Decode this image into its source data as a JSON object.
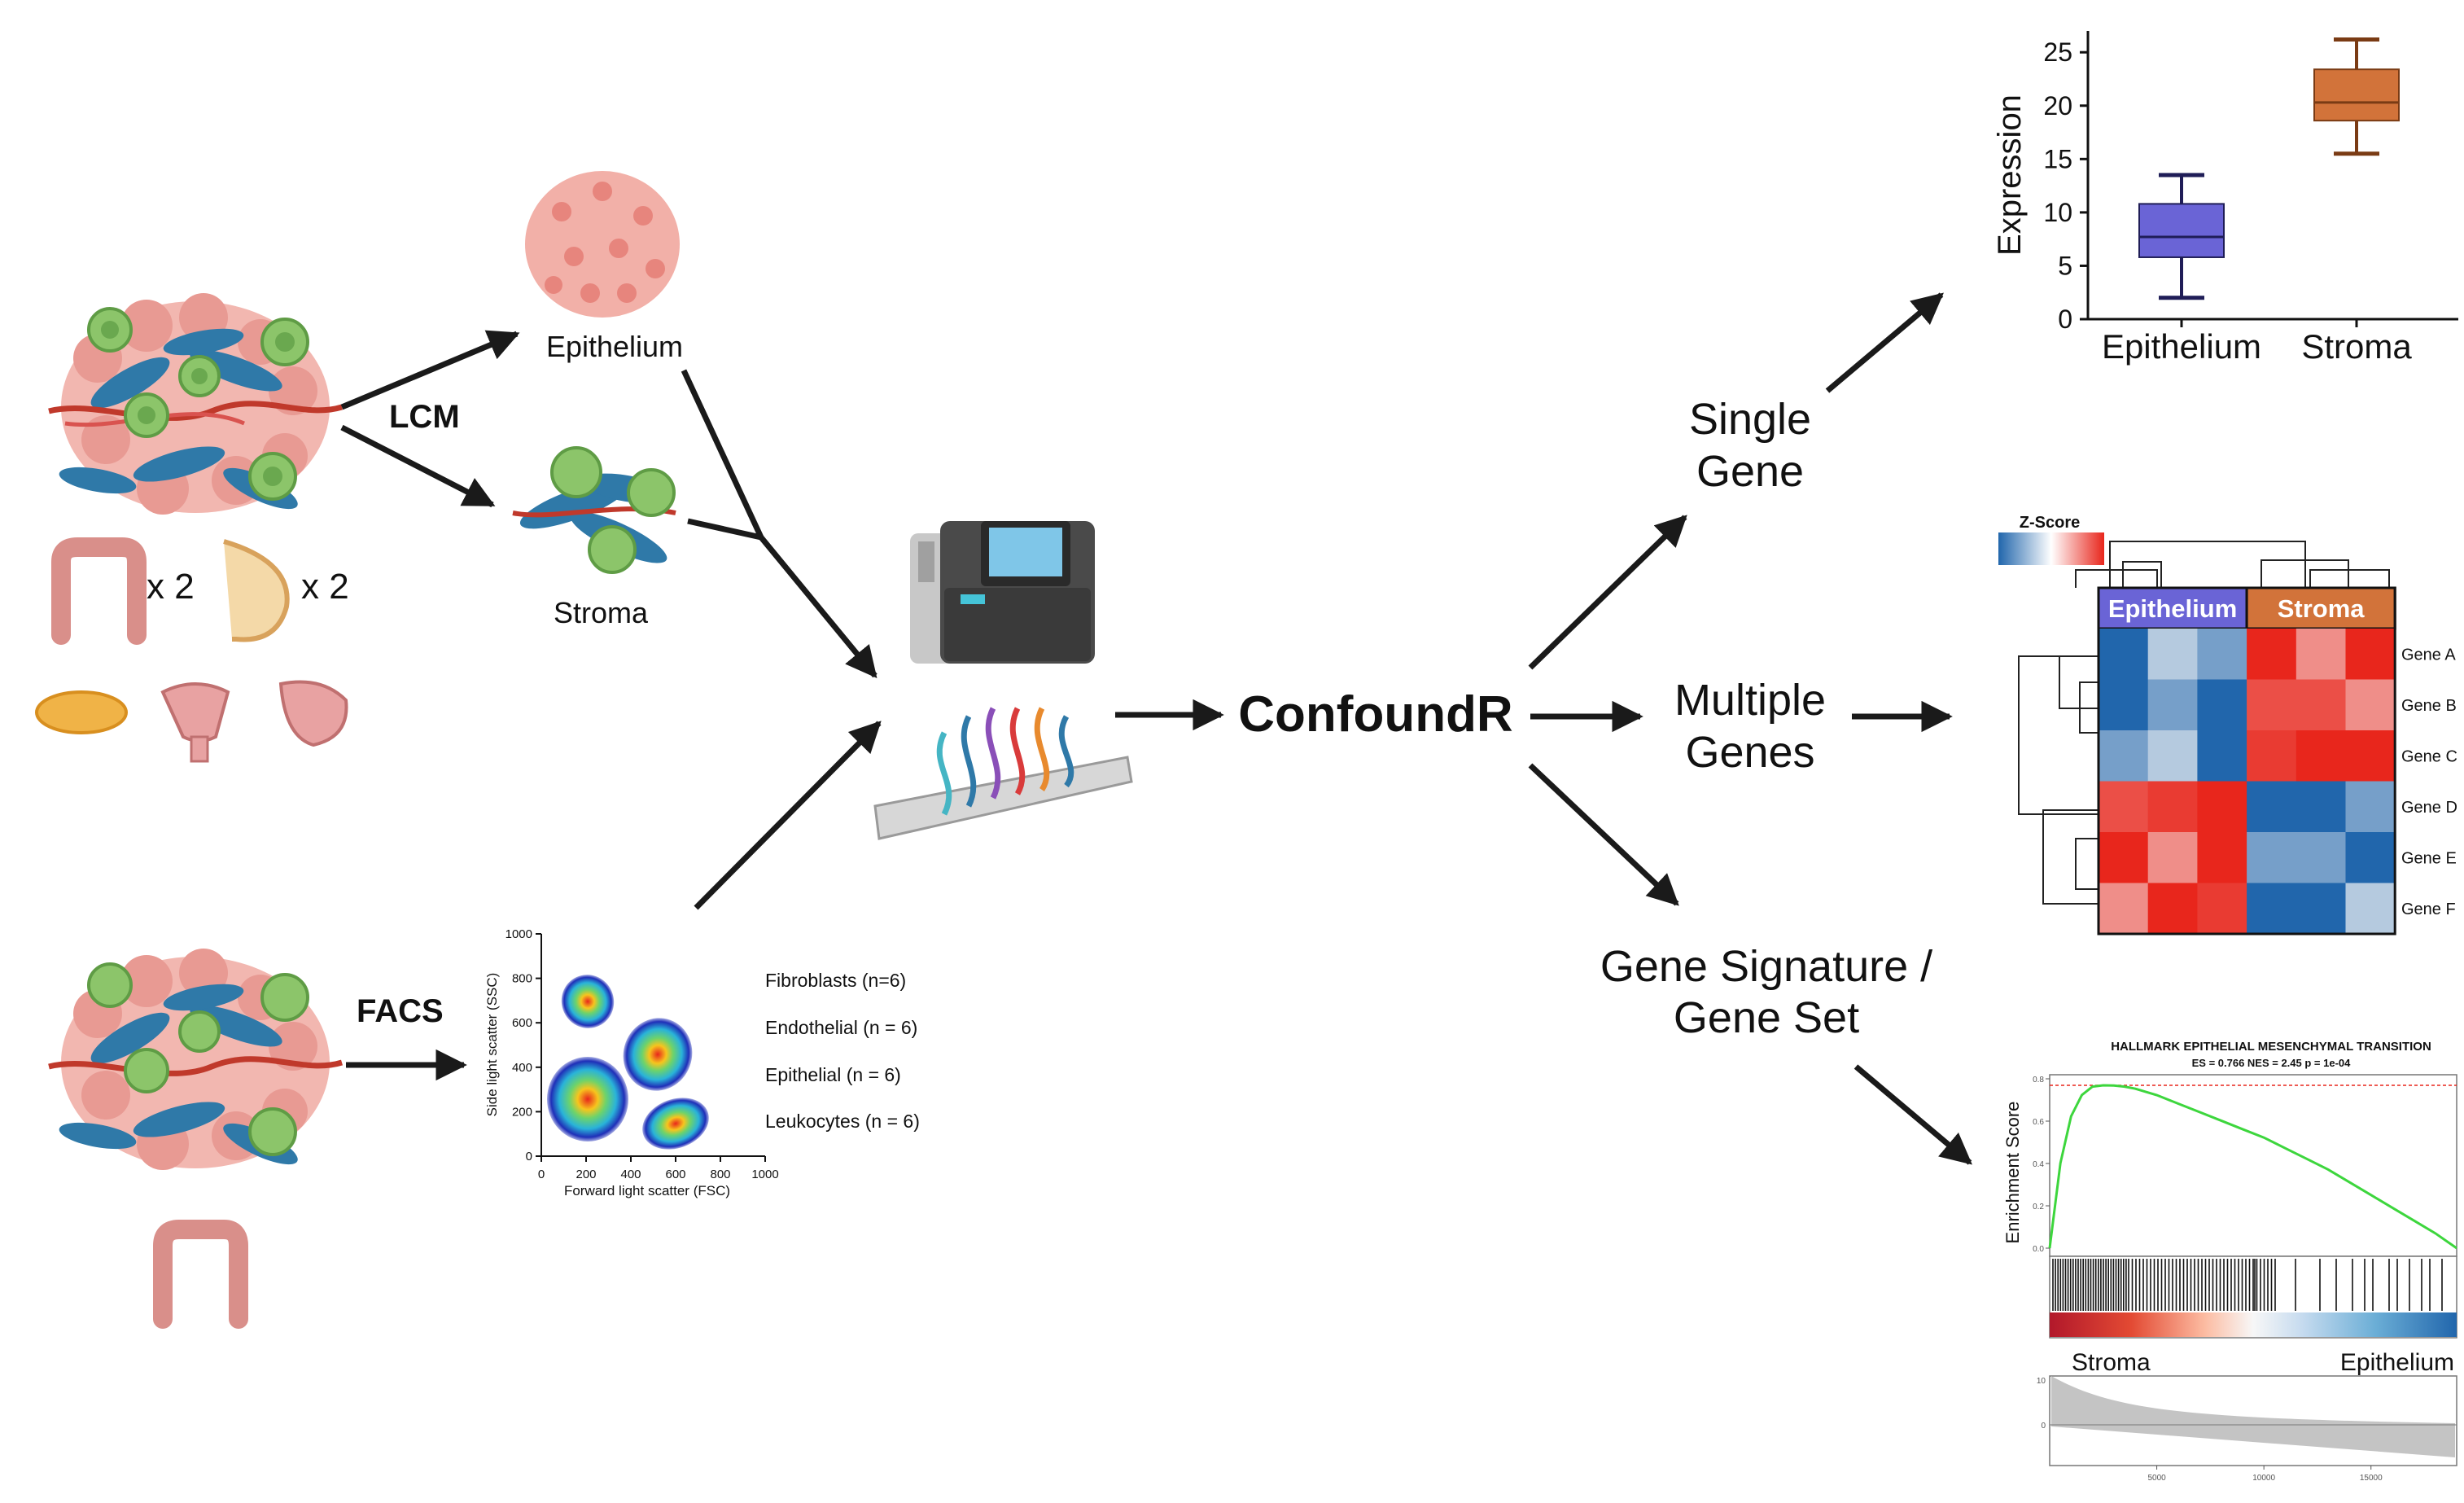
{
  "labels": {
    "lcm": "LCM",
    "facs": "FACS",
    "times_colon": "x 2",
    "times_breast": "x 2",
    "epithelium": "Epithelium",
    "stroma": "Stroma",
    "tool_name": "ConfoundR",
    "single_gene": [
      "Single",
      "Gene"
    ],
    "multiple_genes": [
      "Multiple",
      "Genes"
    ],
    "gene_set": [
      "Gene Signature /",
      "Gene Set"
    ]
  },
  "facs_plot": {
    "x_label": "Forward light scatter (FSC)",
    "y_label": "Side light scatter (SSC)",
    "x_ticks": [
      "0",
      "200",
      "400",
      "600",
      "800",
      "1000"
    ],
    "y_ticks": [
      "0",
      "200",
      "400",
      "600",
      "800",
      "1000"
    ],
    "legend": [
      "Fibroblasts (n=6)",
      "Endothelial (n = 6)",
      "Epithelial (n = 6)",
      "Leukocytes (n = 6)"
    ]
  },
  "boxplot": {
    "chart_data": {
      "type": "box",
      "ylabel": "Expression",
      "ylim": [
        0,
        27
      ],
      "yticks": [
        0,
        5,
        10,
        15,
        20,
        25
      ],
      "categories": [
        "Epithelium",
        "Stroma"
      ],
      "boxes": [
        {
          "min": 2,
          "q1": 5.8,
          "median": 7.7,
          "q3": 10.8,
          "max": 13.5,
          "color": "#6a64d6"
        },
        {
          "min": 15.5,
          "q1": 18.6,
          "median": 20.3,
          "q3": 23.4,
          "max": 26.2,
          "color": "#d2733a"
        }
      ]
    }
  },
  "heatmap": {
    "legend_title": "Z-Score",
    "groups": [
      {
        "name": "Epithelium",
        "color": "#6a64d6"
      },
      {
        "name": "Stroma",
        "color": "#d2733a"
      }
    ],
    "genes": [
      "Gene A",
      "Gene B",
      "Gene C",
      "Gene D",
      "Gene E",
      "Gene F"
    ],
    "chart_data": {
      "type": "heatmap",
      "rows": [
        "Gene A",
        "Gene B",
        "Gene C",
        "Gene D",
        "Gene E",
        "Gene F"
      ],
      "values": [
        [
          -1.0,
          -0.3,
          -0.6,
          1.0,
          0.5,
          1.0
        ],
        [
          -1.0,
          -0.6,
          -1.0,
          0.8,
          0.8,
          0.5
        ],
        [
          -0.6,
          -0.3,
          -1.0,
          0.9,
          1.0,
          1.0
        ],
        [
          0.8,
          0.9,
          1.0,
          -1.0,
          -1.0,
          -0.6
        ],
        [
          1.0,
          0.5,
          1.0,
          -0.6,
          -0.6,
          -1.0
        ],
        [
          0.5,
          1.0,
          0.9,
          -1.0,
          -1.0,
          -0.3
        ]
      ]
    }
  },
  "gsea": {
    "title": "HALLMARK EPITHELIAL MESENCHYMAL TRANSITION",
    "stats": "ES = 0.766   NES = 2.45   p = 1e-04",
    "ylabel": "Enrichment Score",
    "left_label": "Stroma",
    "right_label": "Epithelium",
    "es_ticks": [
      "0.8",
      "0.6",
      "0.4",
      "0.2",
      "0.0"
    ],
    "rank_ticks": [
      "10",
      "0"
    ],
    "x_ticks": [
      "5000",
      "10000",
      "15000"
    ],
    "chart_data": {
      "type": "line",
      "x": [
        0,
        500,
        1000,
        1500,
        2000,
        2500,
        3000,
        3500,
        4000,
        5000,
        6000,
        7000,
        8000,
        9000,
        10000,
        11000,
        12000,
        13000,
        14000,
        15000,
        16000,
        17000,
        18000,
        19000
      ],
      "y": [
        0.0,
        0.4,
        0.62,
        0.72,
        0.76,
        0.766,
        0.765,
        0.76,
        0.75,
        0.72,
        0.68,
        0.64,
        0.6,
        0.56,
        0.52,
        0.47,
        0.42,
        0.37,
        0.31,
        0.25,
        0.19,
        0.13,
        0.07,
        0.0
      ]
    }
  }
}
